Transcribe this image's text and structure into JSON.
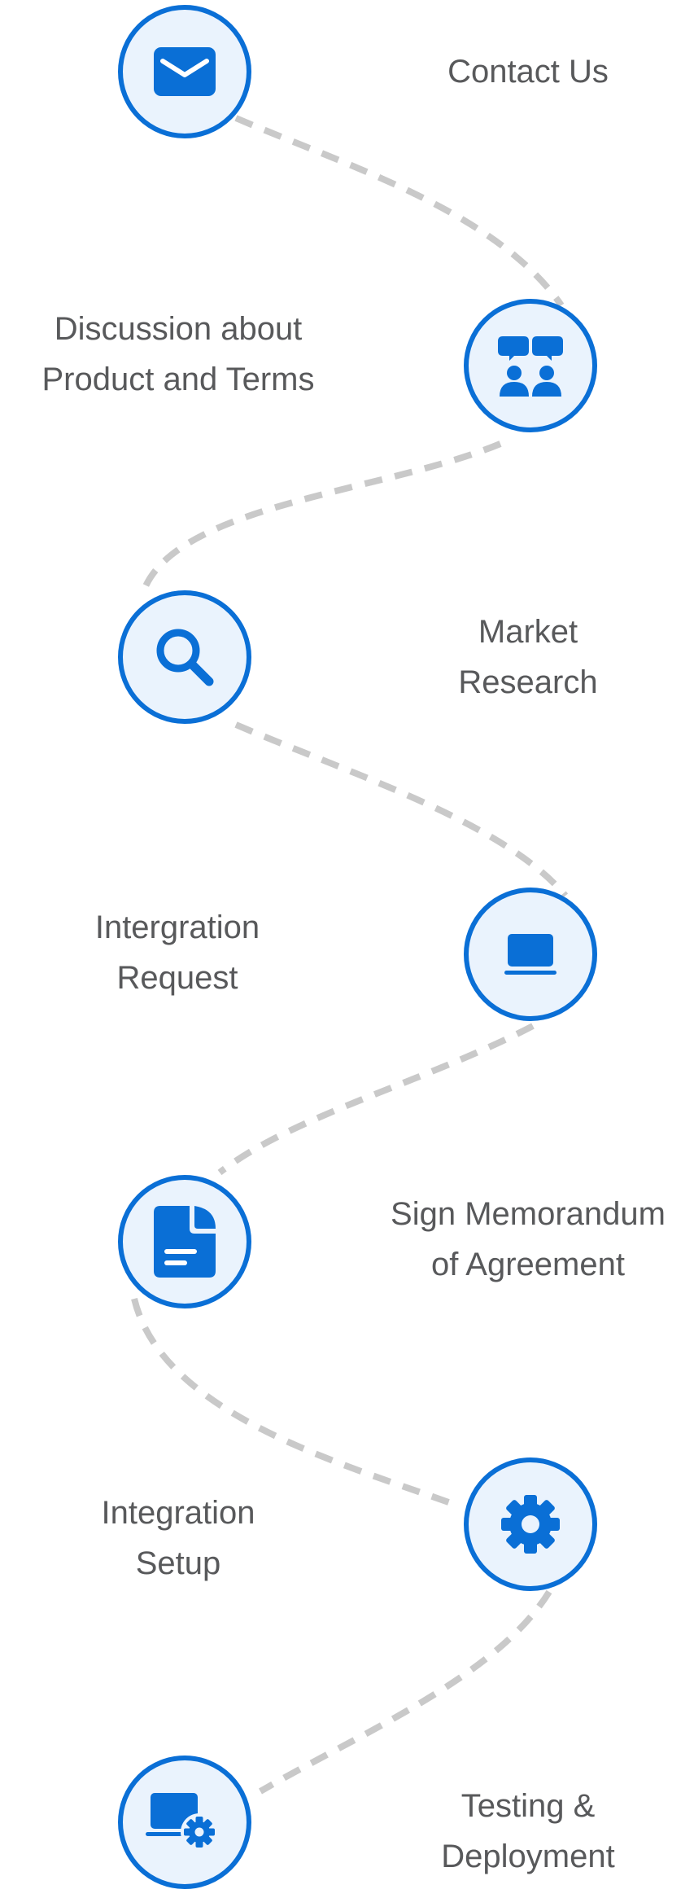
{
  "accent_color": "#0a6fd6",
  "circle_fill": "#eaf3fd",
  "connector_color": "#c9c9c9",
  "label_color": "#58595b",
  "steps": [
    {
      "label": "Contact Us",
      "icon": "envelope-icon"
    },
    {
      "label": "Discussion about\nProduct and Terms",
      "icon": "discussion-people-icon"
    },
    {
      "label": "Market\nResearch",
      "icon": "search-icon"
    },
    {
      "label": "Intergration\nRequest",
      "icon": "laptop-icon"
    },
    {
      "label": "Sign Memorandum\nof Agreement",
      "icon": "document-icon"
    },
    {
      "label": "Integration\nSetup",
      "icon": "gear-icon"
    },
    {
      "label": "Testing &\nDeployment",
      "icon": "monitor-gear-icon"
    }
  ]
}
